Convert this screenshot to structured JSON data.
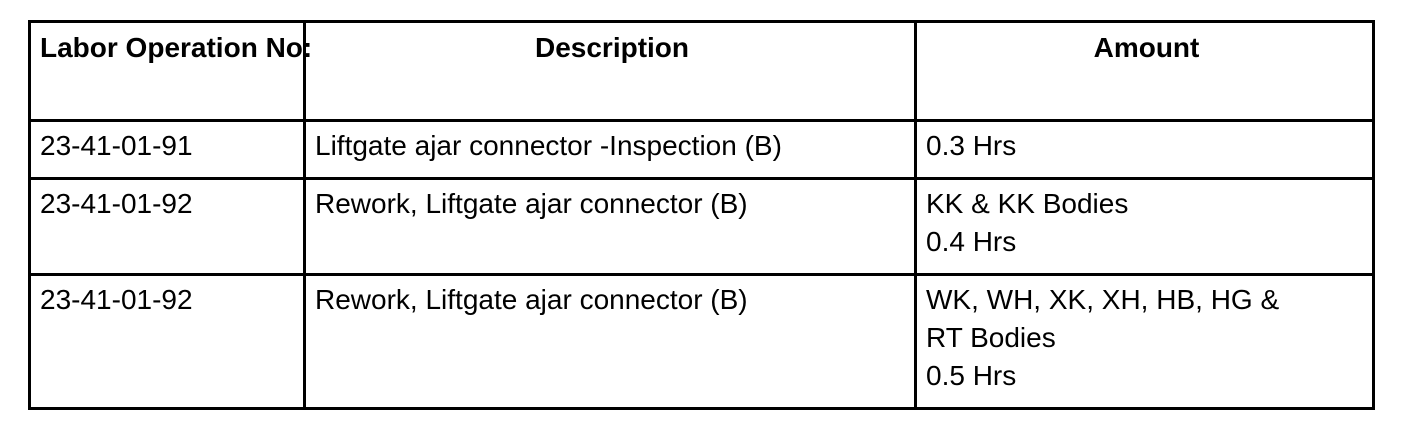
{
  "table": {
    "headers": {
      "labor_op_line1": "Labor Operation",
      "labor_op_line2": "No:",
      "description": "Description",
      "amount": "Amount"
    },
    "rows": [
      {
        "labor_op": "23-41-01-91",
        "description": "Liftgate ajar connector -Inspection (B)",
        "amount_lines": [
          "0.3 Hrs"
        ]
      },
      {
        "labor_op": "23-41-01-92",
        "description": "Rework, Liftgate ajar connector (B)",
        "amount_lines": [
          "KK & KK Bodies",
          "0.4 Hrs"
        ]
      },
      {
        "labor_op": "23-41-01-92",
        "description": "Rework, Liftgate ajar connector (B)",
        "amount_lines": [
          "WK, WH, XK, XH, HB, HG &",
          "RT Bodies",
          "0.5 Hrs"
        ]
      }
    ]
  }
}
